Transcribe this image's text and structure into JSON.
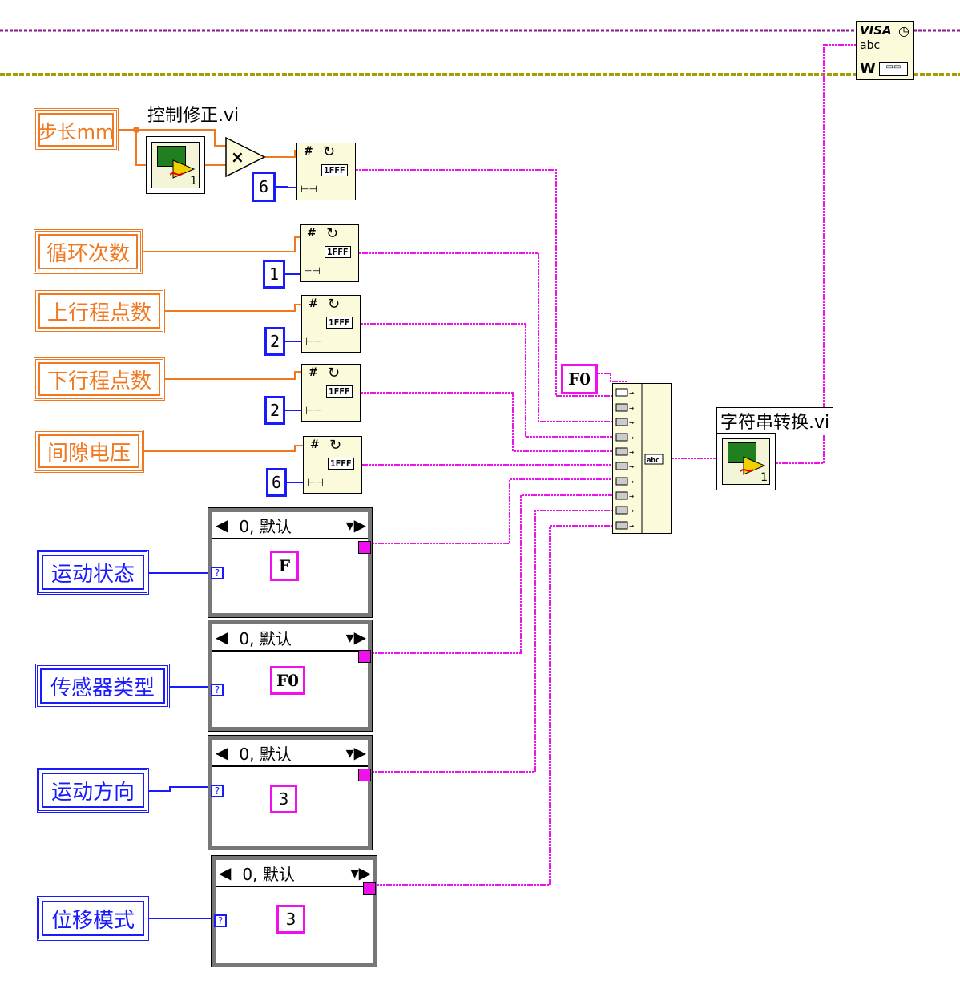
{
  "controls": {
    "step_mm": "步长mm",
    "cycle_count": "循环次数",
    "up_points": "上行程点数",
    "down_points": "下行程点数",
    "gap_voltage": "间隙电压",
    "motion_state": "运动状态",
    "sensor_type": "传感器类型",
    "motion_dir": "运动方向",
    "disp_mode": "位移模式"
  },
  "subvis": {
    "control_correct": "控制修正.vi",
    "string_convert": "字符串转换.vi",
    "subvi_digit": "1"
  },
  "constants": {
    "width_6a": "6",
    "width_1": "1",
    "width_2a": "2",
    "width_2b": "2",
    "width_6b": "6",
    "f0_header": "F0",
    "case1": "F",
    "case2": "F0",
    "case3": "3",
    "case4": "3"
  },
  "case_selector": "0, 默认",
  "format_node": {
    "hash": "#",
    "code": "1FFF",
    "width_sym": "⊢⊣"
  },
  "multiply": "×",
  "case_tunnel_q": "?",
  "build_string_glyph": "abc",
  "visa": {
    "line1": "VISA",
    "line2": "abc",
    "line3": "W"
  },
  "colors": {
    "orange": "#f07820",
    "blue": "#1a1aff",
    "pink": "#ee11ee",
    "olive": "#a0a000",
    "purple": "#8a1a8a"
  }
}
